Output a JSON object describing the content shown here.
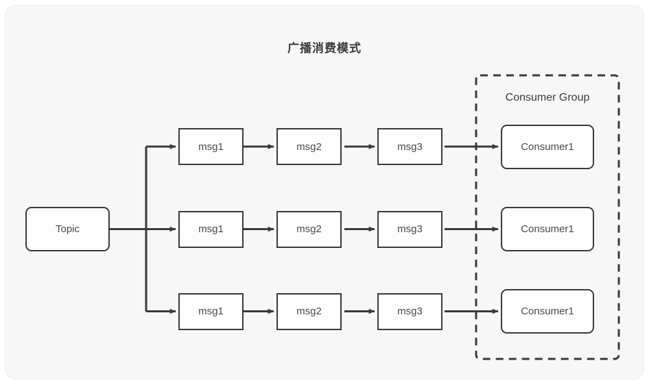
{
  "diagram": {
    "title": "广播消费模式",
    "background_color": "#f7f7f7",
    "stroke_color": "#3a3a3a",
    "text_color": "#4a4a4a",
    "source": {
      "label": "Topic",
      "shape": "rounded-rect"
    },
    "group": {
      "label": "Consumer Group",
      "border_style": "dashed",
      "border_color": "#3a3a3a"
    },
    "rows": [
      {
        "messages": [
          "msg1",
          "msg2",
          "msg3"
        ],
        "consumer": "Consumer1"
      },
      {
        "messages": [
          "msg1",
          "msg2",
          "msg3"
        ],
        "consumer": "Consumer1"
      },
      {
        "messages": [
          "msg1",
          "msg2",
          "msg3"
        ],
        "consumer": "Consumer1"
      }
    ]
  }
}
